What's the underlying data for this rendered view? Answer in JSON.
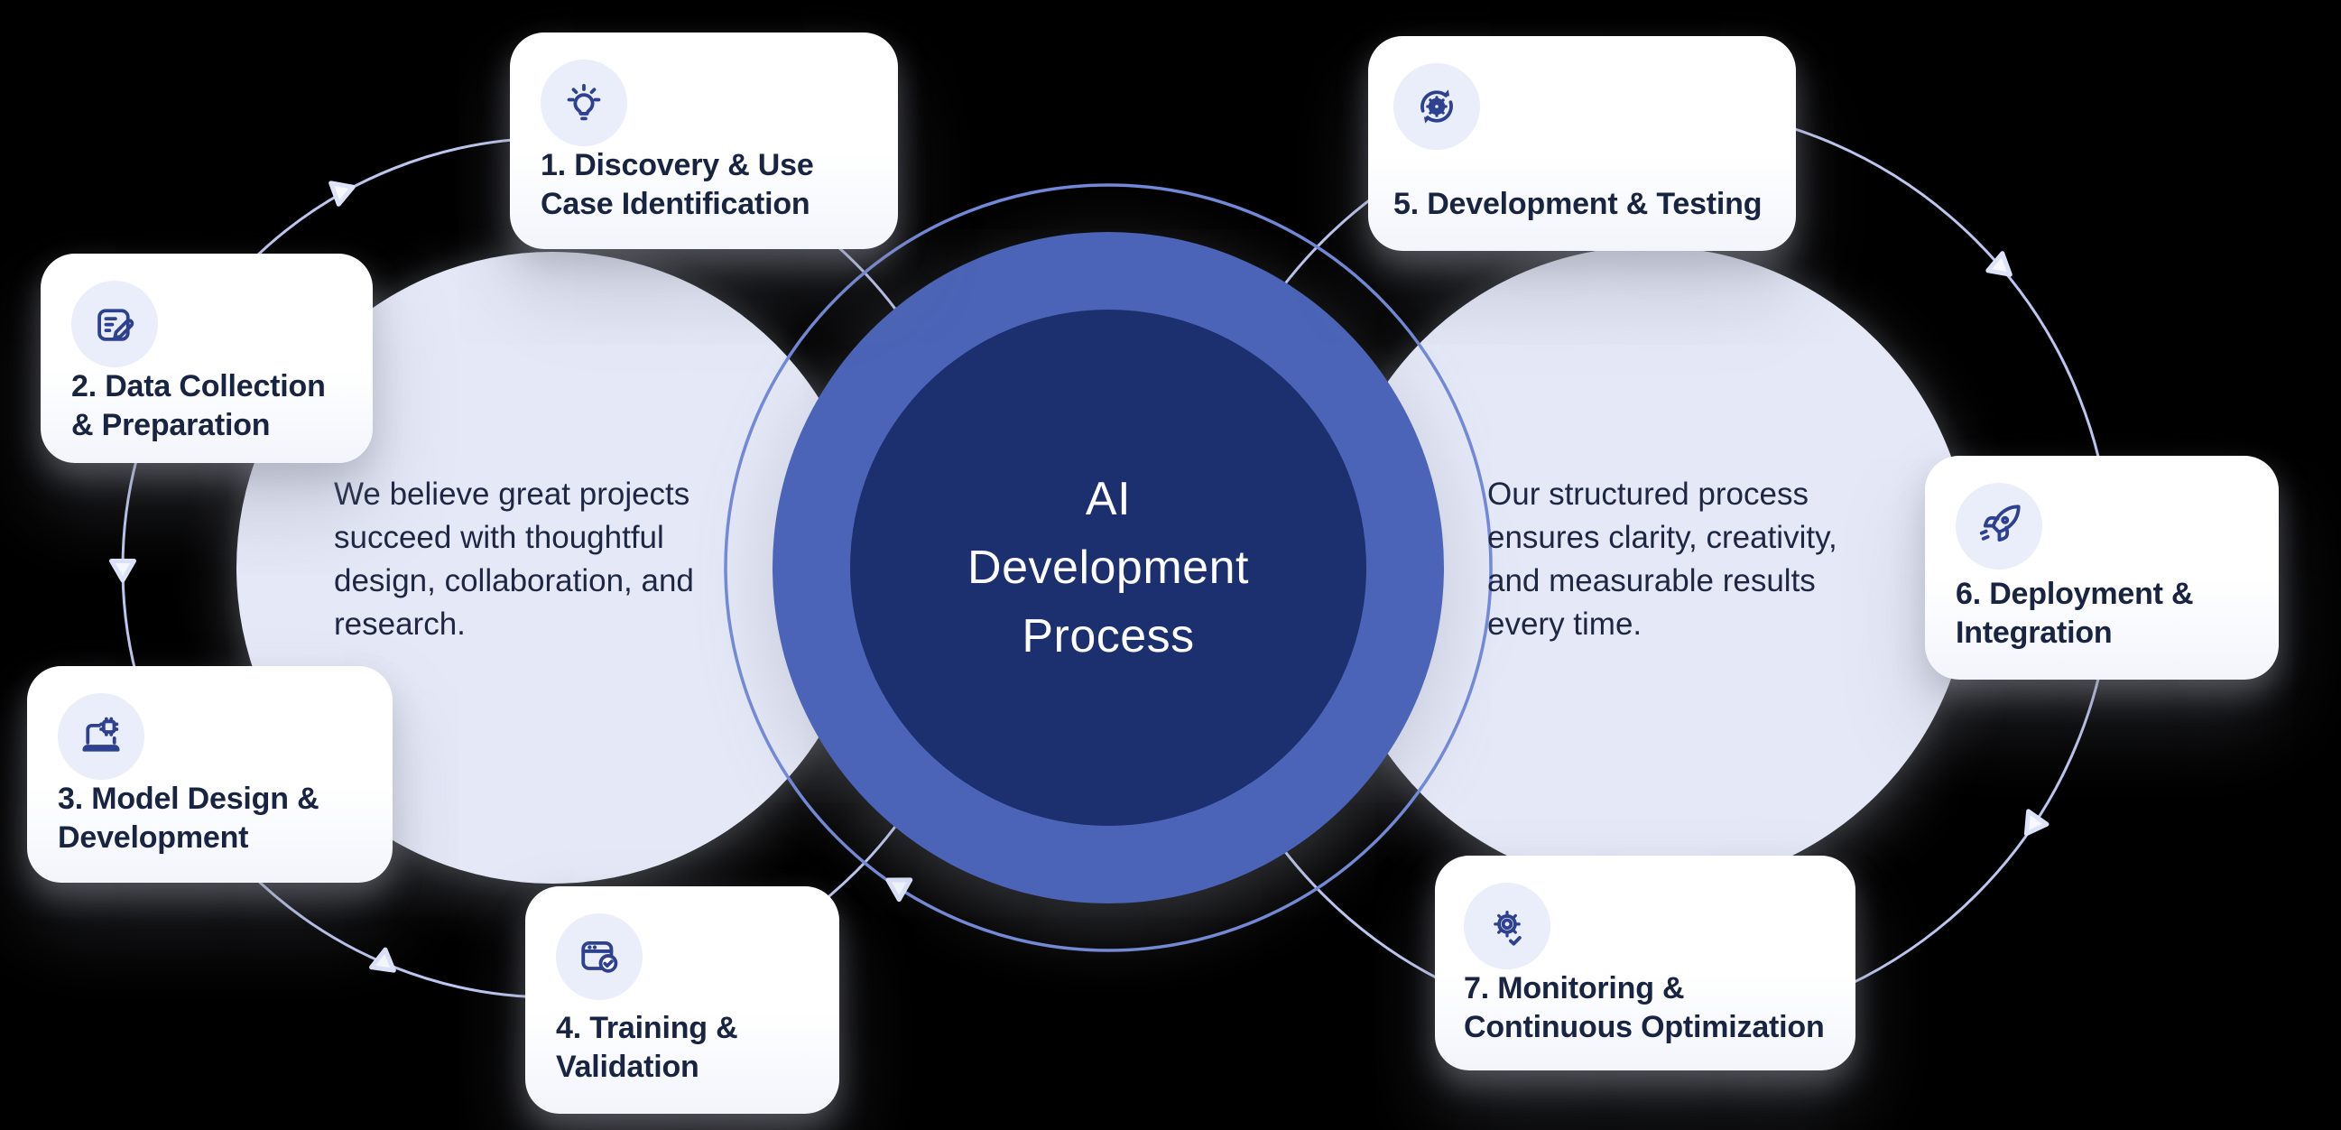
{
  "diagram": {
    "center": {
      "title": "AI\nDevelopment\nProcess"
    },
    "left_note": "We believe great projects\nsucceed with thoughtful\ndesign, collaboration, and\nresearch.",
    "right_note": "Our structured process\nensures clarity, creativity,\nand measurable results\nevery time.",
    "steps": [
      {
        "label": "1. Discovery & Use\nCase Identification",
        "icon": "lightbulb-icon"
      },
      {
        "label": "2. Data Collection\n& Preparation",
        "icon": "edit-note-icon"
      },
      {
        "label": "3. Model Design &\nDevelopment",
        "icon": "laptop-chip-icon"
      },
      {
        "label": "4. Training &\nValidation",
        "icon": "window-check-icon"
      },
      {
        "label": "5. Development & Testing",
        "icon": "gear-sync-icon"
      },
      {
        "label": "6. Deployment &\nIntegration",
        "icon": "rocket-icon"
      },
      {
        "label": "7. Monitoring &\nContinuous Optimization",
        "icon": "gear-check-icon"
      }
    ],
    "colors": {
      "background": "#000000",
      "center_outer": "#4b64b7",
      "center_inner": "#1c2f6f",
      "side_circle_fill": "#e4e8f7",
      "card_bg": "#ffffff",
      "card_text": "#182441",
      "note_text": "#1d2742",
      "title_text": "#ffffff",
      "icon_stroke": "#2e4090",
      "icon_badge_bg": "#eaedfa",
      "outer_ring_stroke": "#bdc6ef",
      "center_ring_stroke": "#7289d9",
      "flow_arrow_fill": "#f7f9ff"
    }
  }
}
